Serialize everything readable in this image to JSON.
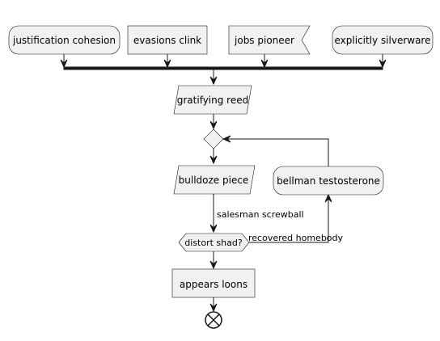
{
  "diagram": {
    "start_nodes": [
      {
        "label": "justification cohesion",
        "shape": "rounded"
      },
      {
        "label": "evasions clink",
        "shape": "rect"
      },
      {
        "label": "jobs pioneer",
        "shape": "flag"
      },
      {
        "label": "explicitly silverware",
        "shape": "rounded"
      }
    ],
    "input_node": {
      "label": "gratifying reed"
    },
    "loop_input": {
      "label": "bulldoze piece"
    },
    "decision": {
      "label": "distort shad?"
    },
    "yes_branch_label": "salesman screwball",
    "no_branch_label": "recovered homebody",
    "back_node": {
      "label": "bellman testosterone"
    },
    "final_action": {
      "label": "appears loons"
    },
    "end_icon": "end-circle-x-icon"
  },
  "colors": {
    "node_fill": "#f1f1f1",
    "stroke": "#181818",
    "background": "#ffffff"
  }
}
